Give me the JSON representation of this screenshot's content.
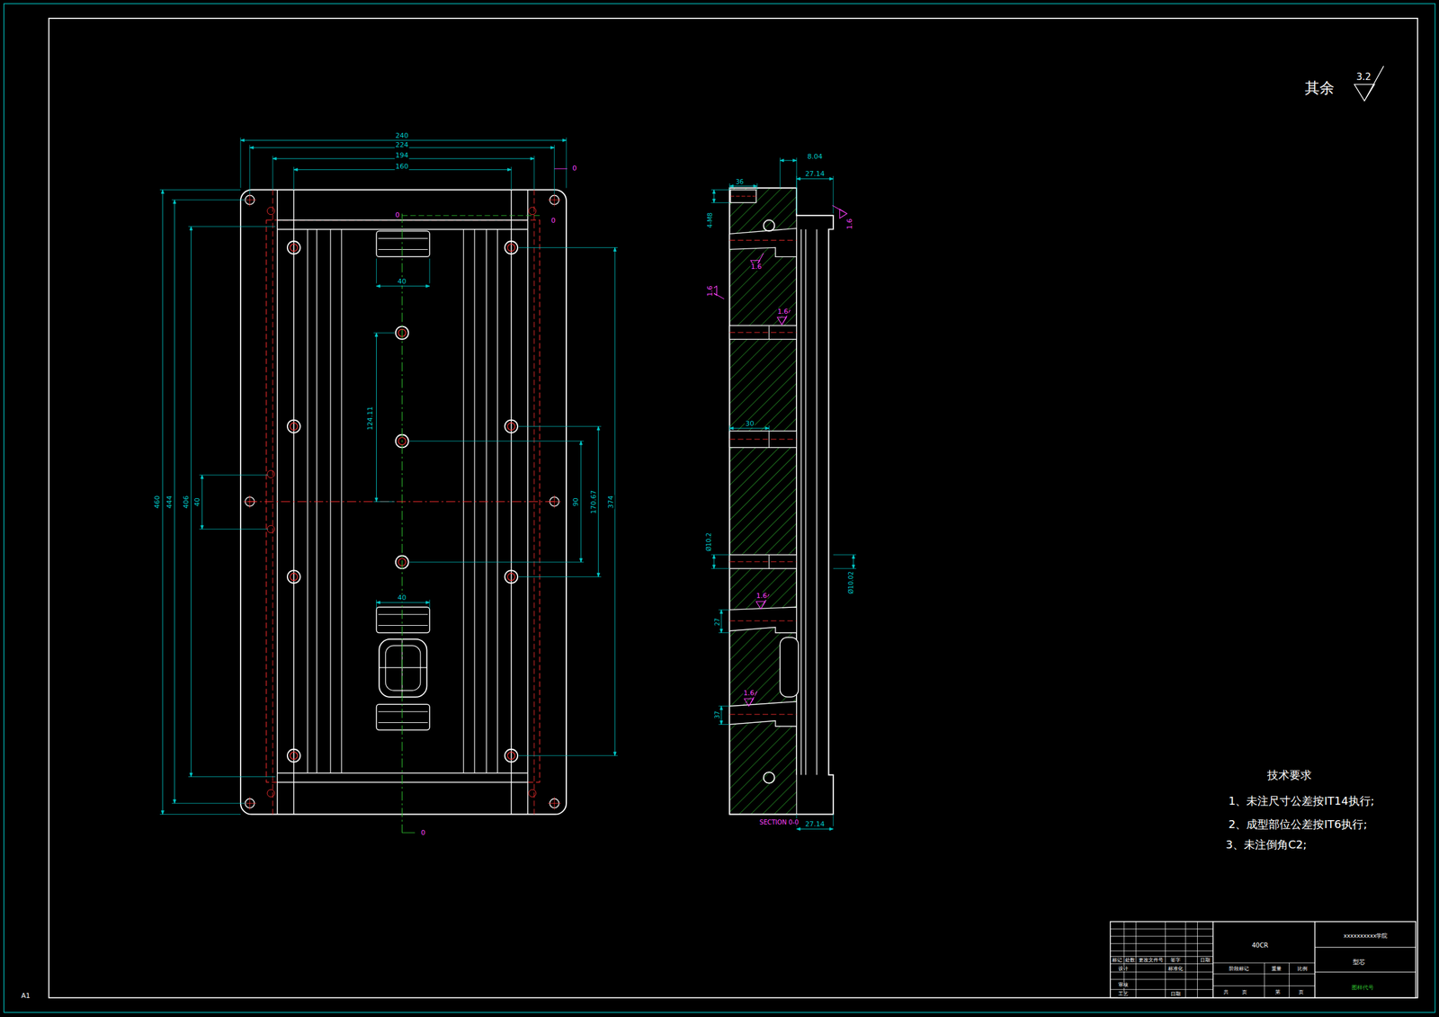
{
  "diagram": {
    "labels": [
      "其余",
      "3.2",
      "240",
      "224",
      "194",
      "160",
      "0",
      "0",
      "0",
      "40",
      "124.11",
      "40",
      "460",
      "444",
      "406",
      "40",
      "90",
      "170.67",
      "374",
      "0",
      "36",
      "8.04",
      "27.14",
      "1.6",
      "4-M8",
      "1.6",
      "1.6",
      "1.6",
      "30",
      "Ø10.2",
      "Ø10.02",
      "1.6",
      "27",
      "1.6",
      "37",
      "SECTION 0-0",
      "27.14",
      "技术要求",
      "1、未注尺寸公差按IT14执行;",
      "2、成型部位公差按IT6执行;",
      "3、未注倒角C2;",
      "40CR",
      "xxxxxxxxxx学院",
      "型芯",
      "图样代号",
      "A1",
      "标记",
      "处数",
      "更改文件号",
      "签字",
      "日期",
      "设计",
      "标准化",
      "审核",
      "工艺",
      "日期",
      "阶段标记",
      "重量",
      "比例",
      "共",
      "页",
      "第",
      "页"
    ]
  }
}
